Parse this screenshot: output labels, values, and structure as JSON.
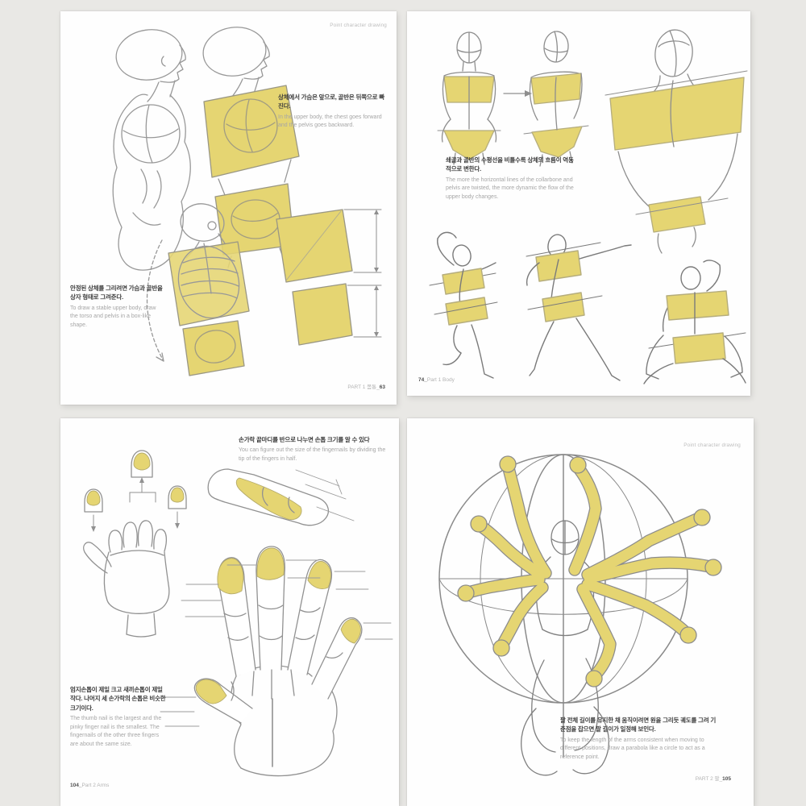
{
  "colors": {
    "background": "#e9e8e5",
    "paper": "#fefefe",
    "highlight": "#e5d572",
    "sketch_line": "#8f8f8f"
  },
  "pages": {
    "top_left": {
      "header": "Point character drawing",
      "caption_upper": {
        "ko": "상체에서 가슴은 앞으로, 골반은 뒤쪽으로 빠진다.",
        "en": "In the upper body, the chest goes forward and the pelvis goes backward."
      },
      "caption_lower": {
        "ko": "안정된 상체를 그리려면 가슴과 골반을 상자 형태로 그려준다.",
        "en": "To draw a stable upper body, draw the torso and pelvis in a box-like shape."
      },
      "footer": {
        "prefix": "PART 1 몸통_",
        "num": "63"
      }
    },
    "top_right": {
      "caption": {
        "ko": "쇄골과 골반의 수평선을 비틀수록 상체의 흐름이 역동적으로 변한다.",
        "en": "The more the horizontal lines of the collarbone and pelvis are twisted, the more dynamic the flow of the upper body changes."
      },
      "footer": {
        "num": "74_",
        "label": "Part 1 Body"
      }
    },
    "bottom_left": {
      "caption_top": {
        "ko": "손가락 끝마디를 반으로 나누면 손톱 크기를 알 수 있다",
        "en": "You can figure out the size of the fingernails by dividing the tip of the fingers in half."
      },
      "caption_bottom": {
        "ko": "엄지손톱이 제일 크고 새끼손톱이 제일 작다. 나머지 세 손가락의 손톱은 비슷한 크기이다.",
        "en": "The thumb nail is the largest and the pinky finger nail is the smallest. The fingernails of the other three fingers are about the same size."
      },
      "footer": {
        "num": "104_",
        "label": "Part 2 Arms"
      }
    },
    "bottom_right": {
      "header": "Point character drawing",
      "caption": {
        "ko": "팔 전체 길이를 유지한 채 움직이려면 원을 그리듯 궤도를 그려 기준점을 잡으면 팔 길이가 일정해 보인다.",
        "en": "To keep the length of the arms consistent when moving to different positions, draw a parabola like a circle to act as a reference point."
      },
      "footer": {
        "prefix": "PART 2 팔_",
        "num": "105"
      }
    }
  }
}
